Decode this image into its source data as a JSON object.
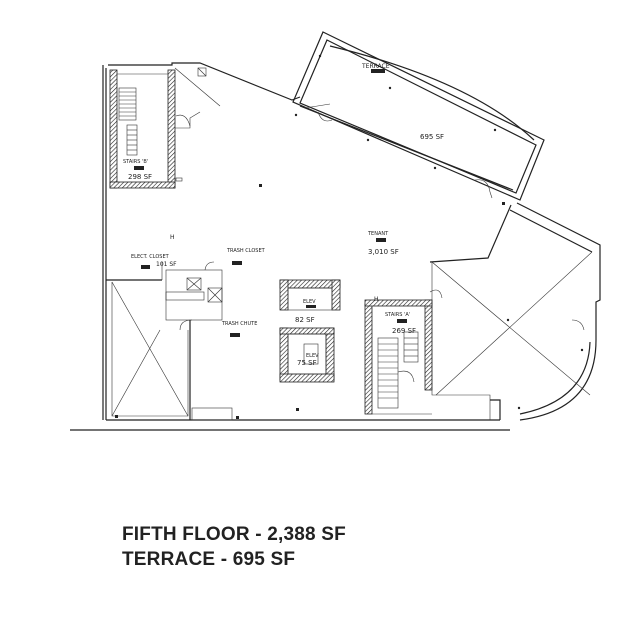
{
  "captions": {
    "floor": "FIFTH FLOOR - 2,388 SF",
    "terrace": "TERRACE - 695 SF"
  },
  "rooms": {
    "terrace_label": "TERRACE",
    "terrace_area": "695 SF",
    "tenant_label": "TENANT",
    "tenant_area": "3,010 SF",
    "stairs_b_label": "STAIRS 'B'",
    "stairs_b_area": "298 SF",
    "stairs_a_label": "STAIRS 'A'",
    "stairs_a_area": "269 SF",
    "elect_closet_label": "ELECT. CLOSET",
    "elect_closet_area": "101 SF",
    "trash_closet_label": "TRASH CLOSET",
    "trash_chute_label": "TRASH CHUTE",
    "elev_top_label": "ELEV",
    "elev_top_area": "82 SF",
    "elev_bottom_label": "ELEV",
    "elev_bottom_area": "75 SF"
  },
  "colors": {
    "line": "#222222",
    "background": "#ffffff"
  }
}
